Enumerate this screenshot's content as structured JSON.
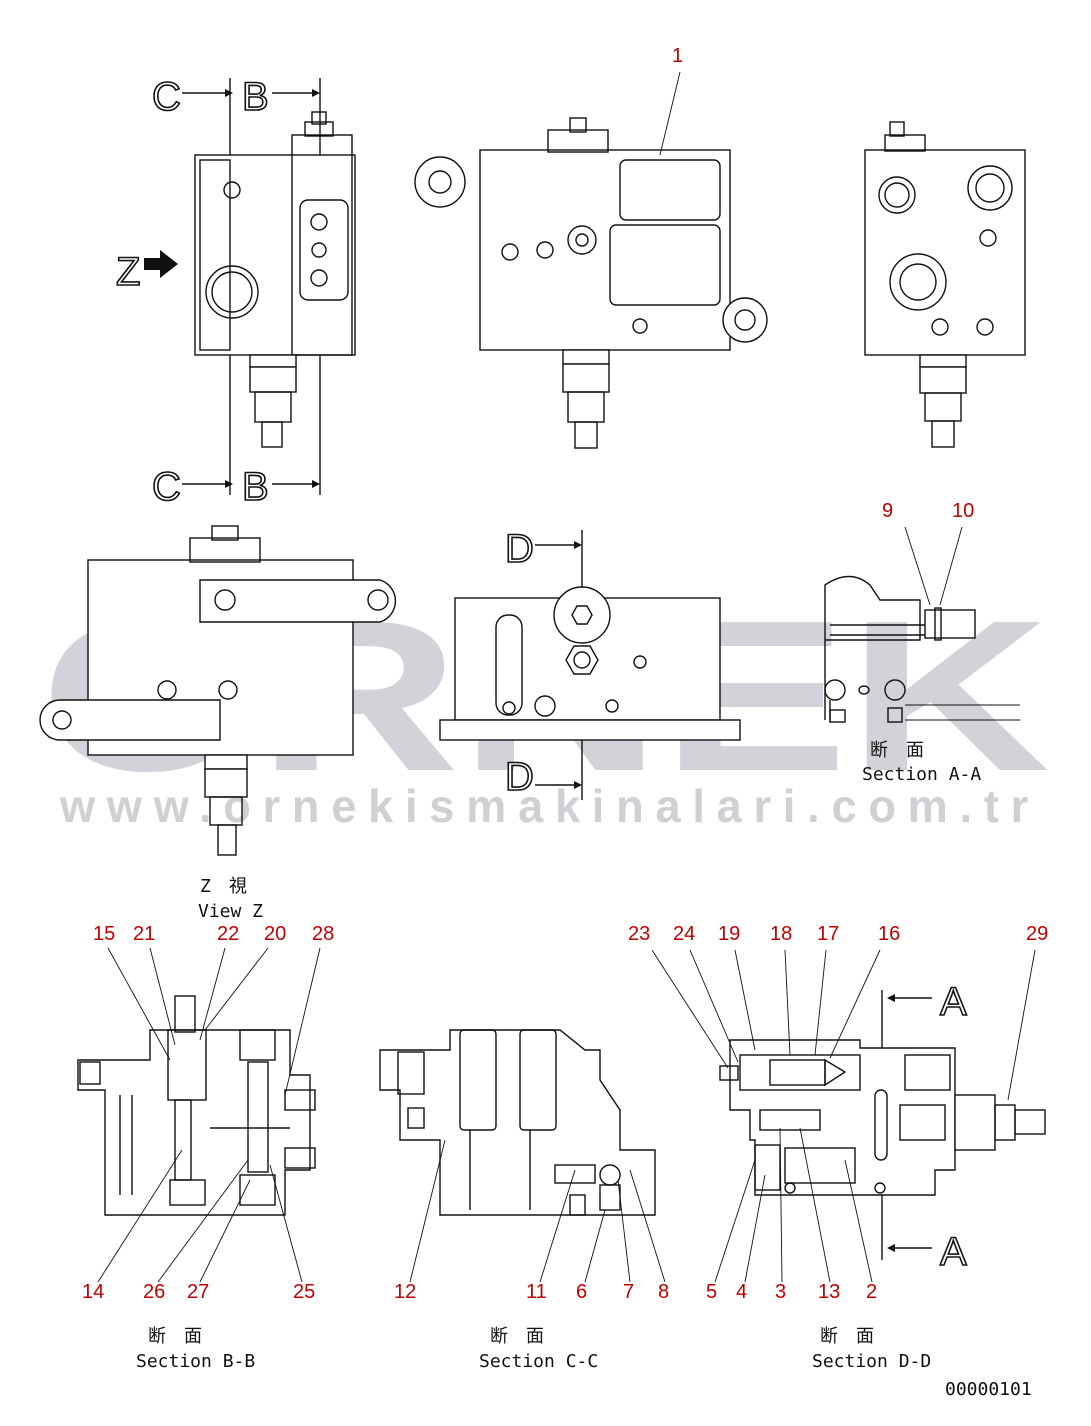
{
  "watermark": {
    "brand": "ÖRNEK",
    "url": "www.ornekismakinalari.com.tr"
  },
  "view_z": {
    "jp": "Z　視",
    "en": "View Z",
    "arrow_label": "Z"
  },
  "cut_letters": {
    "c": "C",
    "b": "B",
    "d": "D",
    "a": "A"
  },
  "sections": {
    "aa": {
      "jp": "断　面",
      "en": "Section A-A"
    },
    "bb": {
      "jp": "断　面",
      "en": "Section B-B"
    },
    "cc": {
      "jp": "断　面",
      "en": "Section C-C"
    },
    "dd": {
      "jp": "断　面",
      "en": "Section D-D"
    }
  },
  "drawing_number": "00000101",
  "callouts": {
    "n1": "1",
    "n2": "2",
    "n3": "3",
    "n4": "4",
    "n5": "5",
    "n6": "6",
    "n7": "7",
    "n8": "8",
    "n9": "9",
    "n10": "10",
    "n11": "11",
    "n12": "12",
    "n13": "13",
    "n14": "14",
    "n15": "15",
    "n16": "16",
    "n17": "17",
    "n18": "18",
    "n19": "19",
    "n20": "20",
    "n21": "21",
    "n22": "22",
    "n23": "23",
    "n24": "24",
    "n25": "25",
    "n26": "26",
    "n27": "27",
    "n28": "28",
    "n29": "29"
  },
  "colors": {
    "callout": "#c00000",
    "line": "#111111",
    "watermark": "#d2d2d8",
    "watermark_accent": "#f0c419"
  }
}
